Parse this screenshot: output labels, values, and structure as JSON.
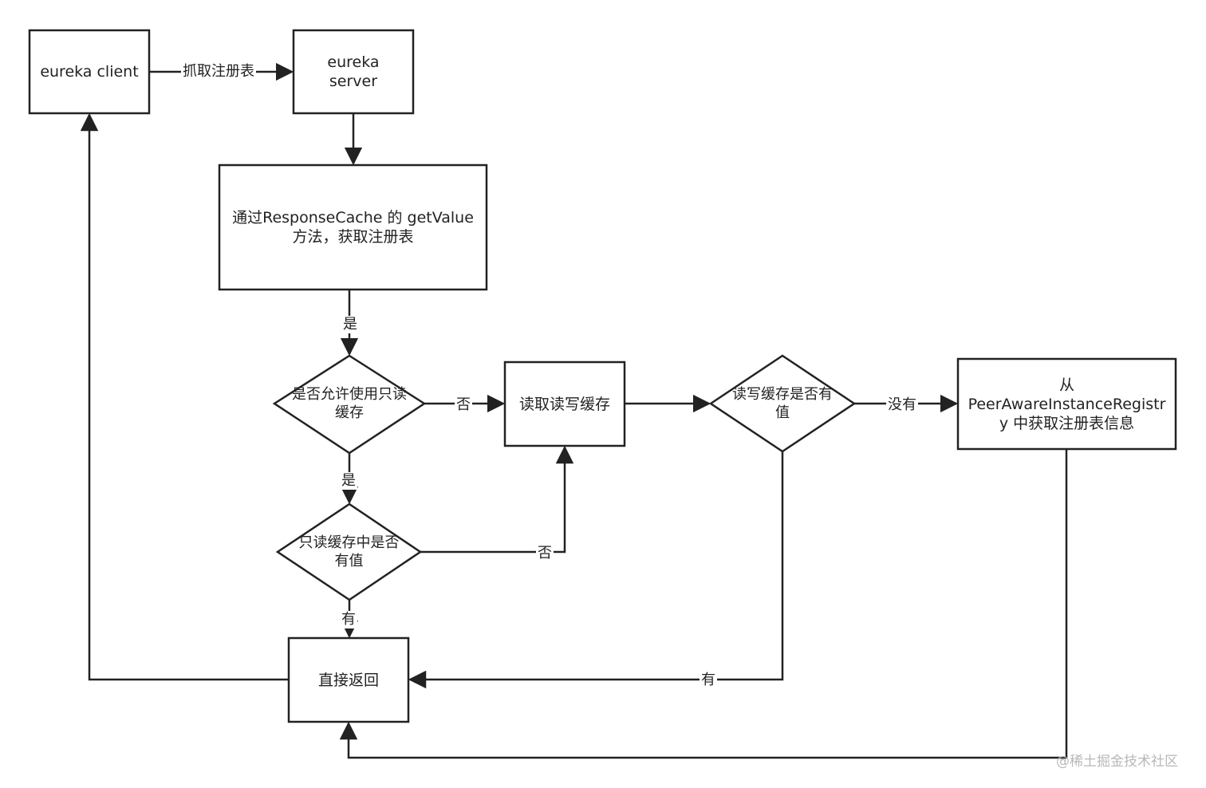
{
  "nodes": {
    "eureka_client": "eureka client",
    "eureka_server": "eureka\nserver",
    "get_value": "通过ResponseCache 的 getValue\n方法，获取注册表",
    "allow_readonly": "是否允许使用只读\n缓存",
    "read_rw_cache": "读取读写缓存",
    "rw_has_value": "读写缓存是否有\n值",
    "from_registry": "从\nPeerAwareInstanceRegistr\ny 中获取注册表信息",
    "ro_has_value": "只读缓存中是否\n有值",
    "return_direct": "直接返回"
  },
  "edges": {
    "fetch_registry": "抓取注册表",
    "yes_to_allow": "是",
    "no_to_rw": "否",
    "yes_to_ro": "是",
    "no_ro_to_rw": "否",
    "has_ro_return": "有",
    "none_to_registry": "没有",
    "has_rw_return": "有"
  },
  "watermark": "@稀土掘金技术社区",
  "colors": {
    "stroke": "#222222",
    "background": "#ffffff",
    "watermark": "#b8b8b8"
  }
}
